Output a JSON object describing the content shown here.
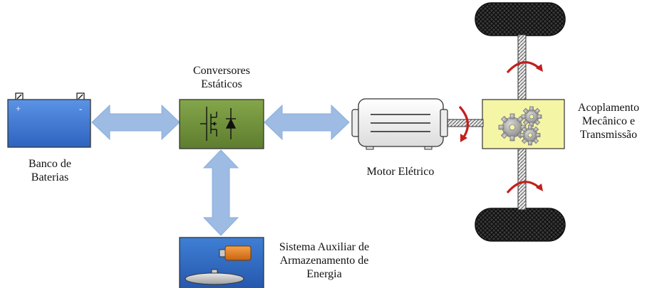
{
  "labels": {
    "battery": [
      "Banco de",
      "Baterias"
    ],
    "converters": [
      "Conversores",
      "Estáticos"
    ],
    "motor": "Motor Elétrico",
    "coupling": [
      "Acoplamento",
      "Mecânico e",
      "Transmissão"
    ],
    "auxiliary": [
      "Sistema Auxiliar de",
      "Armazenamento de",
      "Energia"
    ]
  },
  "battery_terminals": {
    "positive": "+",
    "negative": "-"
  },
  "colors": {
    "battery_blue": "#3f78d6",
    "converter_green": "#71913c",
    "arrow_blue": "#9dbbe3",
    "coupling_yellow": "#f5f5a6",
    "rotation_red": "#c0201e",
    "auxiliary_blue": "#2f6fc6",
    "capacitor_orange": "#e07a1c"
  },
  "icons": {
    "converter_switch": "mosfet-icon",
    "converter_diode": "diode-icon",
    "coupling": "gears-icon",
    "wheel": "tire-icon",
    "storage": "capacitor-flywheel-icon"
  }
}
